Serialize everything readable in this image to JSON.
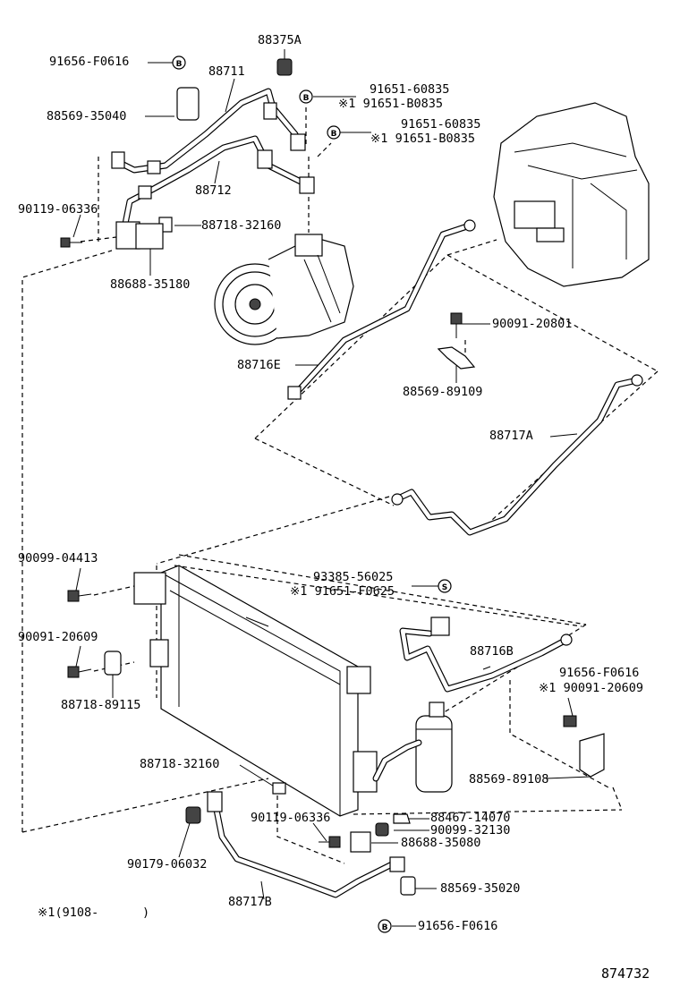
{
  "diagram": {
    "part_labels": [
      {
        "id": "p1",
        "text": "91656-F0616"
      },
      {
        "id": "p2",
        "text": "88375A"
      },
      {
        "id": "p3",
        "text": "88711"
      },
      {
        "id": "p4",
        "text": "91651-60835"
      },
      {
        "id": "p5",
        "text": "※1 91651-B0835"
      },
      {
        "id": "p6",
        "text": "88569-35040"
      },
      {
        "id": "p7",
        "text": "91651-60835"
      },
      {
        "id": "p8",
        "text": "※1 91651-B0835"
      },
      {
        "id": "p9",
        "text": "88712"
      },
      {
        "id": "p10",
        "text": "90119-06336"
      },
      {
        "id": "p11",
        "text": "88718-32160"
      },
      {
        "id": "p12",
        "text": "88688-35180"
      },
      {
        "id": "p13",
        "text": "90091-20801"
      },
      {
        "id": "p14",
        "text": "88716E"
      },
      {
        "id": "p15",
        "text": "88569-89109"
      },
      {
        "id": "p16",
        "text": "88717A"
      },
      {
        "id": "p17",
        "text": "90099-04413"
      },
      {
        "id": "p18",
        "text": "93385-56025"
      },
      {
        "id": "p19",
        "text": "※1 91651-F0625"
      },
      {
        "id": "p20",
        "text": "90091-20609"
      },
      {
        "id": "p21",
        "text": "88716B"
      },
      {
        "id": "p22",
        "text": "88718-89115"
      },
      {
        "id": "p23",
        "text": "91656-F0616"
      },
      {
        "id": "p24",
        "text": "※1 90091-20609"
      },
      {
        "id": "p25",
        "text": "88718-32160"
      },
      {
        "id": "p26",
        "text": "88569-89108"
      },
      {
        "id": "p27",
        "text": "90119-06336"
      },
      {
        "id": "p28",
        "text": "88467-14070"
      },
      {
        "id": "p29",
        "text": "90099-32130"
      },
      {
        "id": "p30",
        "text": "88688-35080"
      },
      {
        "id": "p31",
        "text": "90179-06032"
      },
      {
        "id": "p32",
        "text": "88569-35020"
      },
      {
        "id": "p33",
        "text": "88717B"
      },
      {
        "id": "p34",
        "text": "91656-F0616"
      }
    ],
    "footnote": "※1(9108-      )",
    "figure_number": "874732",
    "marker_letters": {
      "b": "B",
      "s": "S"
    }
  }
}
